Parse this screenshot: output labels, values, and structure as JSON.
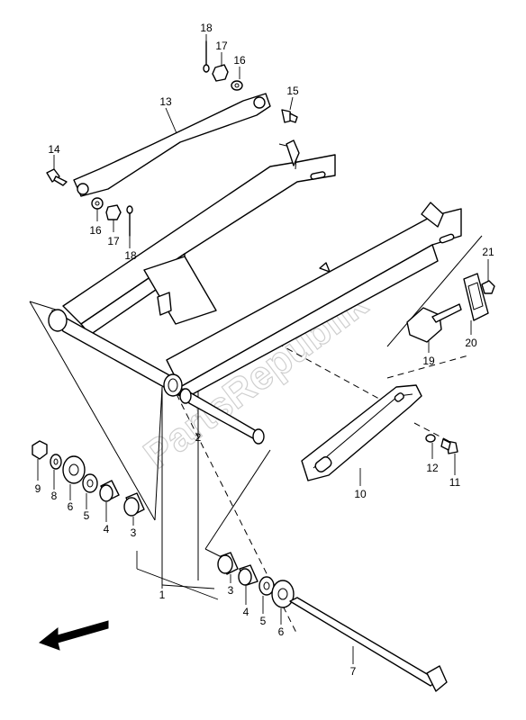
{
  "watermark": "PartsRepublik",
  "callouts": {
    "c1": "1",
    "c2": "2",
    "c3a": "3",
    "c3b": "3",
    "c4a": "4",
    "c4b": "4",
    "c5a": "5",
    "c5b": "5",
    "c6a": "6",
    "c6b": "6",
    "c7": "7",
    "c8": "8",
    "c9": "9",
    "c10": "10",
    "c11": "11",
    "c12": "12",
    "c13": "13",
    "c14": "14",
    "c15": "15",
    "c16a": "16",
    "c16b": "16",
    "c17a": "17",
    "c17b": "17",
    "c18a": "18",
    "c18b": "18",
    "c19": "19",
    "c20": "20",
    "c21": "21"
  },
  "icons": {
    "direction": "front-arrow-icon",
    "watermark_gear": "gear-icon"
  }
}
